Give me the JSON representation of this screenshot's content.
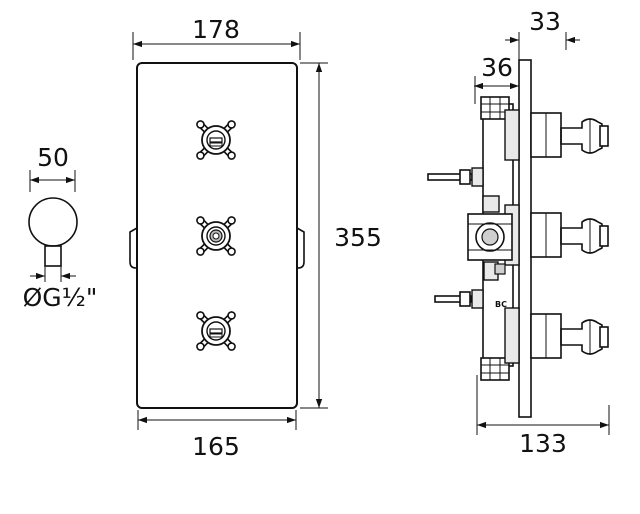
{
  "dimensions": {
    "front_width_top": "178",
    "front_width_bottom": "165",
    "front_height": "355",
    "outlet_diameter": "50",
    "thread_size": "ØG½\"",
    "side_plate_depth": "33",
    "side_body_depth": "36",
    "side_total_depth": "133"
  },
  "markings": {
    "valve_label": "BC"
  }
}
